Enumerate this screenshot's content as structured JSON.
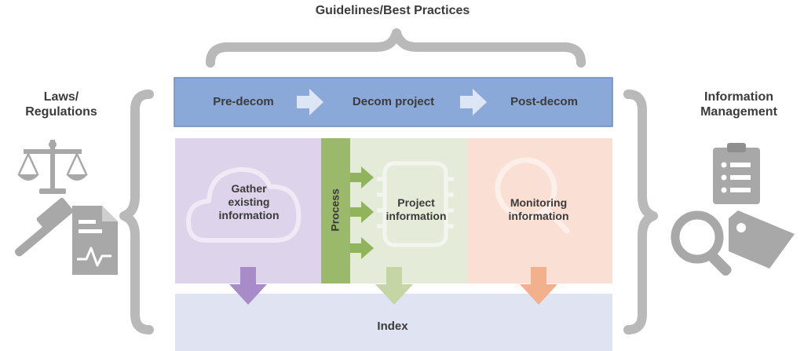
{
  "top_label": "Guidelines/Best Practices",
  "left_label": {
    "line1": "Laws/",
    "line2": "Regulations"
  },
  "right_label": {
    "line1": "Information",
    "line2": "Management"
  },
  "phases": [
    "Pre-decom",
    "Decom project",
    "Post-decom"
  ],
  "process_label": "Process",
  "boxes": {
    "gather": [
      "Gather",
      "existing",
      "information"
    ],
    "project": [
      "Project",
      "information"
    ],
    "monitoring": [
      "Monitoring",
      "information"
    ]
  },
  "index_label": "Index",
  "colors": {
    "phase_bar": "#8aa8d8",
    "phase_bar_border": "#6f8cc2",
    "gather_bg": "#ddd3ea",
    "project_bg": "#e4ecd9",
    "monitoring_bg": "#f9dfd4",
    "process_bar": "#9bb96b",
    "index_bg": "#dfe3f2",
    "arrow_purple": "#a78cc7",
    "arrow_green": "#c5d5a4",
    "arrow_orange": "#f3b08d",
    "icon_gray": "#a8a8a8",
    "bracket_gray": "#b9b9b9",
    "text": "#3b3b3b"
  },
  "icons": [
    "scales-icon",
    "gavel-icon",
    "document-chart-icon",
    "clipboard-icon",
    "magnifier-icon",
    "tag-icon",
    "cloud-icon",
    "chip-icon"
  ]
}
